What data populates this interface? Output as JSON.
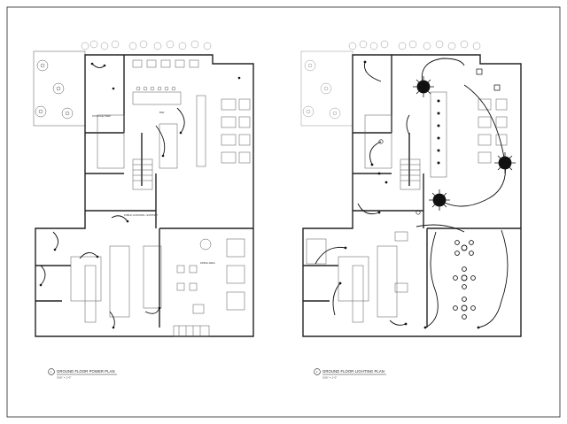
{
  "sheet": {
    "plans": [
      {
        "title": "GROUND FLOOR POWER PLAN",
        "scale": "3/16\" = 1'-0\"",
        "marker": "1",
        "room_labels": [
          "STORAGE/ PREP",
          "PUBLIC & PRIVATE / SUPPORT",
          "DINING AREA",
          "BAR"
        ]
      },
      {
        "title": "GROUND FLOOR LIGHTING PLAN",
        "scale": "3/16\" = 1'-0\"",
        "marker": "2",
        "room_labels": []
      }
    ]
  }
}
